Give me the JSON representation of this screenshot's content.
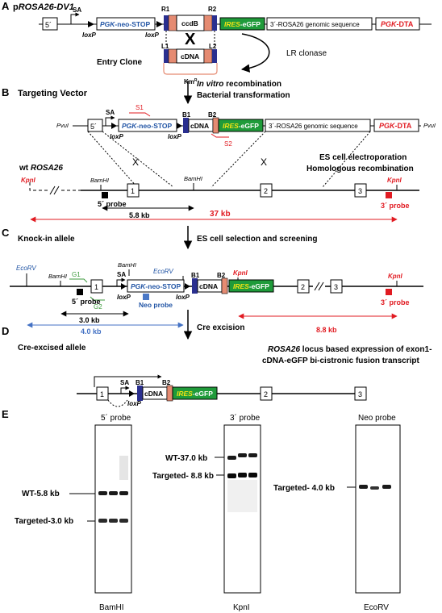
{
  "colors": {
    "black": "#000000",
    "blue_text": "#2255a5",
    "red": "#e11b22",
    "green_box": "#1f9b3a",
    "ires_text": "#f3e314",
    "salmon": "#e58b72",
    "navy": "#2a2f8f",
    "neo_probe": "#4a78c6",
    "green_label": "#3c9a3c",
    "blue_arrow": "#4472c4"
  },
  "panel_a": {
    "letter": "A",
    "title_prefix": "p",
    "title_italic": "ROSA26-DV1",
    "five_prime": "5´",
    "sa": "SA",
    "loxp1": "loxP",
    "loxp2": "loxP",
    "pgk": "PGK",
    "neo_stop": "-neo-STOP",
    "r1": "R1",
    "r2": "R2",
    "ccdb": "ccdB",
    "ires": "IRES",
    "egfp": "-eGFP",
    "rosa_seq": "3´-ROSA26 genomic sequence",
    "dta_pgk": "PGK",
    "dta": "-DTA",
    "cross": "X",
    "l1": "L1",
    "l2": "L2",
    "cdna": "cDNA",
    "entry_clone": "Entry Clone",
    "kmr": "Km",
    "kmr_sup": "R",
    "lr": "LR clonase"
  },
  "panel_b": {
    "letter": "B",
    "title": "Targeting Vector",
    "invitro_italic": "In vitro",
    "invitro_rest": " recombination",
    "bacterial": "Bacterial transformation",
    "pvui_left": "PvuI",
    "pvui_right": "PvuI",
    "five_prime": "5´",
    "sa": "SA",
    "s1": "S1",
    "s2": "S2",
    "pgk": "PGK",
    "neo_stop": "-neo-STOP",
    "loxp1": "loxP",
    "loxp2": "loxP",
    "b1": "B1",
    "b2": "B2",
    "cdna": "cDNA",
    "ires": "IRES",
    "egfp": "-eGFP",
    "rosa_seq": "3´-ROSA26 genomic sequence",
    "dta_pgk": "PGK",
    "dta": "-DTA",
    "cross_left": "X",
    "cross_right": "X",
    "wt_prefix": "wt ",
    "wt_italic": "ROSA26",
    "es_electro": "ES cell electroporation",
    "homologous": "Homologous recombination",
    "kpni_left": "KpnI",
    "kpni_right": "KpnI",
    "bamhi_left": "BamHI",
    "bamhi_mid": "BamHI",
    "exon1": "1",
    "exon2": "2",
    "exon3": "3",
    "probe5": "5´ probe",
    "probe3": "3´ probe",
    "dist_58": "5.8 kb",
    "dist_37": "37 kb"
  },
  "panel_c": {
    "letter": "C",
    "title": "Knock-in allele",
    "es_selection": "ES cell selection and screening",
    "ecorv_left": "EcoRV",
    "bamhi_left": "BamHI",
    "g1": "G1",
    "g2": "G2",
    "bamhi_mid": "BamHI",
    "ecorv_mid": "EcoRV",
    "sa": "SA",
    "pgk": "PGK",
    "neo_stop": "-neo-STOP",
    "loxp1": "loxP",
    "loxp2": "loxP",
    "neo_probe": "Neo probe",
    "b1": "B1",
    "b2": "B2",
    "cdna": "cDNA",
    "kpni_mid": "KpnI",
    "kpni_right": "KpnI",
    "ires": "IRES",
    "egfp": "-eGFP",
    "exon1": "1",
    "exon2": "2",
    "exon3": "3",
    "probe5": "5´ probe",
    "probe3": "3´ probe",
    "dist_30": "3.0 kb",
    "dist_40": "4.0 kb",
    "dist_88": "8.8 kb"
  },
  "panel_d": {
    "letter": "D",
    "title": "Cre-excised allele",
    "cre": "Cre excision",
    "rosa_italic": "ROSA26",
    "rosa_rest": " locus based expression of exon1-",
    "rosa_line2": "cDNA-eGFP bi-cistronic fusion transcript",
    "sa": "SA",
    "b1": "B1",
    "b2": "B2",
    "cdna": "cDNA",
    "loxp": "loxP",
    "ires": "IRES",
    "egfp": "-eGFP",
    "exon1": "1",
    "exon2": "2",
    "exon3": "3"
  },
  "panel_e": {
    "letter": "E",
    "blot1_probe": "5´ probe",
    "blot1_enzyme": "BamHI",
    "blot1_wt": "WT-5.8 kb",
    "blot1_targeted": "Targeted-3.0 kb",
    "blot2_probe": "3´ probe",
    "blot2_enzyme": "KpnI",
    "blot2_wt": "WT-37.0 kb",
    "blot2_targeted": "Targeted- 8.8 kb",
    "blot3_probe": "Neo probe",
    "blot3_enzyme": "EcoRV",
    "blot3_targeted": "Targeted- 4.0 kb"
  }
}
